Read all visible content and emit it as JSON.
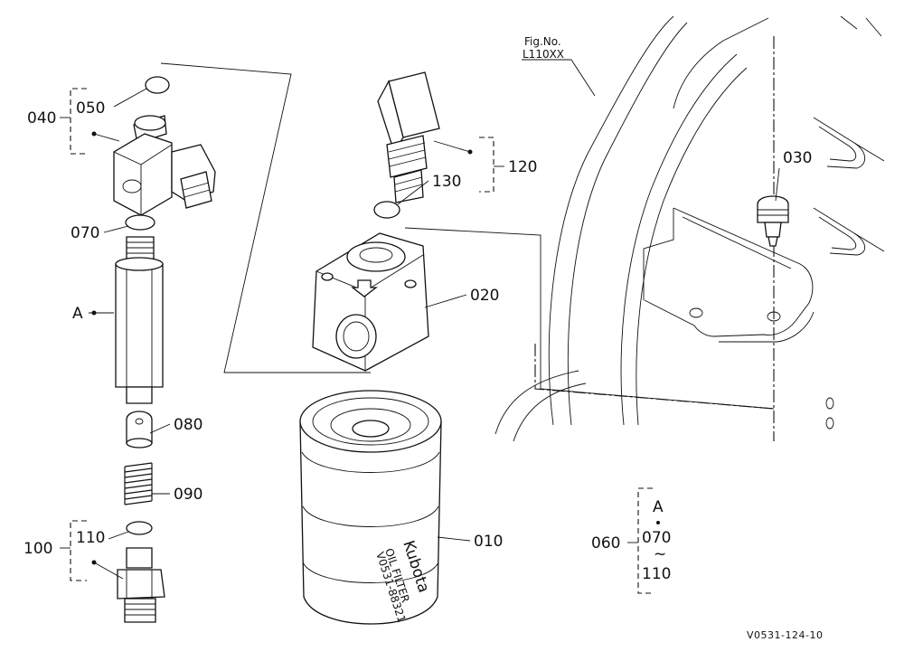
{
  "figure": {
    "fig_no_label": "Fig.No.",
    "fig_no_value": "L110XX",
    "ref_code": "V0531-124-10"
  },
  "callouts": {
    "c010": "010",
    "c020": "020",
    "c030": "030",
    "c040": "040",
    "c050": "050",
    "c060": "060",
    "c070": "070",
    "c080": "080",
    "c090": "090",
    "c100": "100",
    "c110": "110",
    "c120": "120",
    "c130": "130",
    "cA": "A"
  },
  "kit_060": {
    "line1": "A",
    "line2": "070",
    "line3": "~",
    "line4": "110"
  },
  "filter_label": {
    "brand": "Kubota",
    "text1": "OIL FILTER",
    "text2": "V0531-88321"
  }
}
